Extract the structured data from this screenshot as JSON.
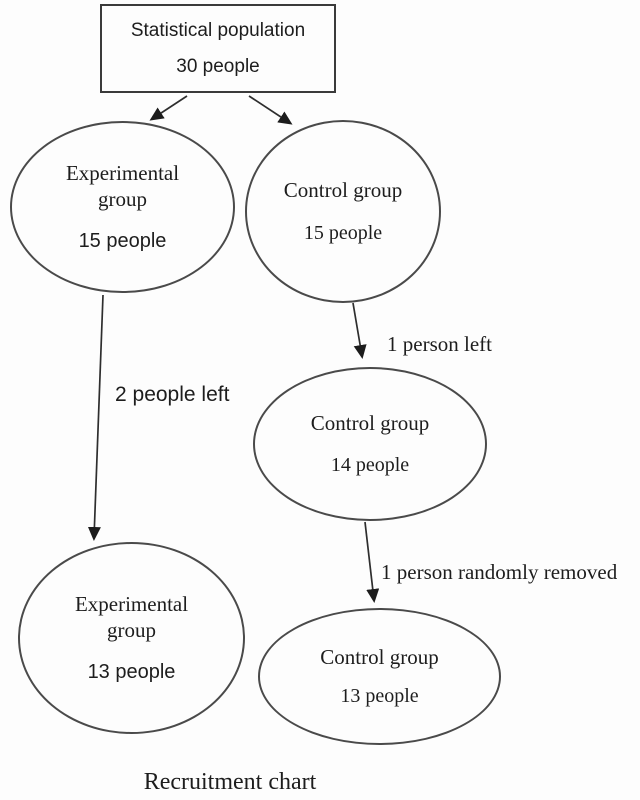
{
  "diagram": {
    "type": "flowchart",
    "caption": "Recruitment chart",
    "colors": {
      "stroke": "#3a3a3a",
      "text": "#1d1d1d",
      "background": "#fdfdfd"
    },
    "nodes": {
      "population": {
        "shape": "rectangle",
        "title": "Statistical population",
        "count": "30 people"
      },
      "experimental_initial": {
        "shape": "ellipse",
        "title": "Experimental group",
        "count": "15 people"
      },
      "control_initial": {
        "shape": "ellipse",
        "title": "Control group",
        "count": "15 people"
      },
      "control_after_dropout": {
        "shape": "ellipse",
        "title": "Control group",
        "count": "14 people"
      },
      "experimental_final": {
        "shape": "ellipse",
        "title": "Experimental group",
        "count": "13 people"
      },
      "control_final": {
        "shape": "ellipse",
        "title": "Control group",
        "count": "13 people"
      }
    },
    "edges": [
      {
        "from": "population",
        "to": "experimental_initial",
        "label": ""
      },
      {
        "from": "population",
        "to": "control_initial",
        "label": ""
      },
      {
        "from": "experimental_initial",
        "to": "experimental_final",
        "label": "2 people left"
      },
      {
        "from": "control_initial",
        "to": "control_after_dropout",
        "label": "1 person left"
      },
      {
        "from": "control_after_dropout",
        "to": "control_final",
        "label": "1 person randomly removed"
      }
    ]
  }
}
